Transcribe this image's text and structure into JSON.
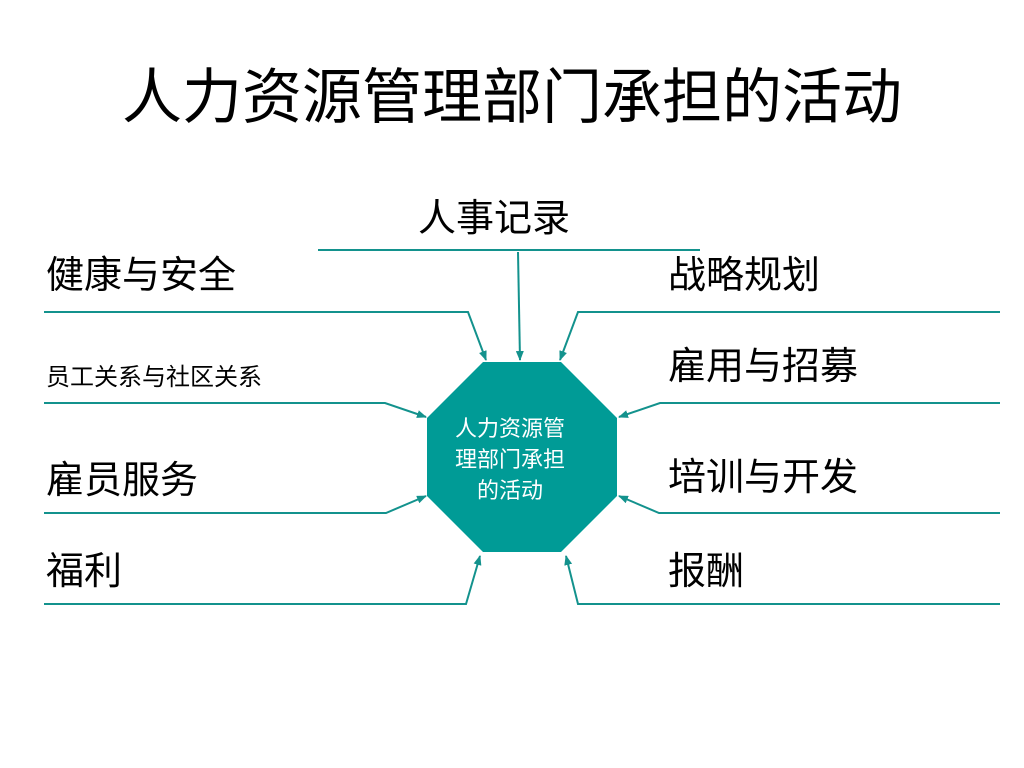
{
  "title": "人力资源管理部门承担的活动",
  "center": {
    "line1": "人力资源管",
    "line2": "理部门承担",
    "line3": "的活动"
  },
  "activities": {
    "top": "人事记录",
    "left": [
      "健康与安全",
      "员工关系与社区关系",
      "雇员服务",
      "福利"
    ],
    "right": [
      "战略规划",
      "雇用与招募",
      "培训与开发",
      "报酬"
    ]
  },
  "colors": {
    "line": "#13928d",
    "center_fill": "#009b96",
    "center_text": "#ffffff"
  }
}
